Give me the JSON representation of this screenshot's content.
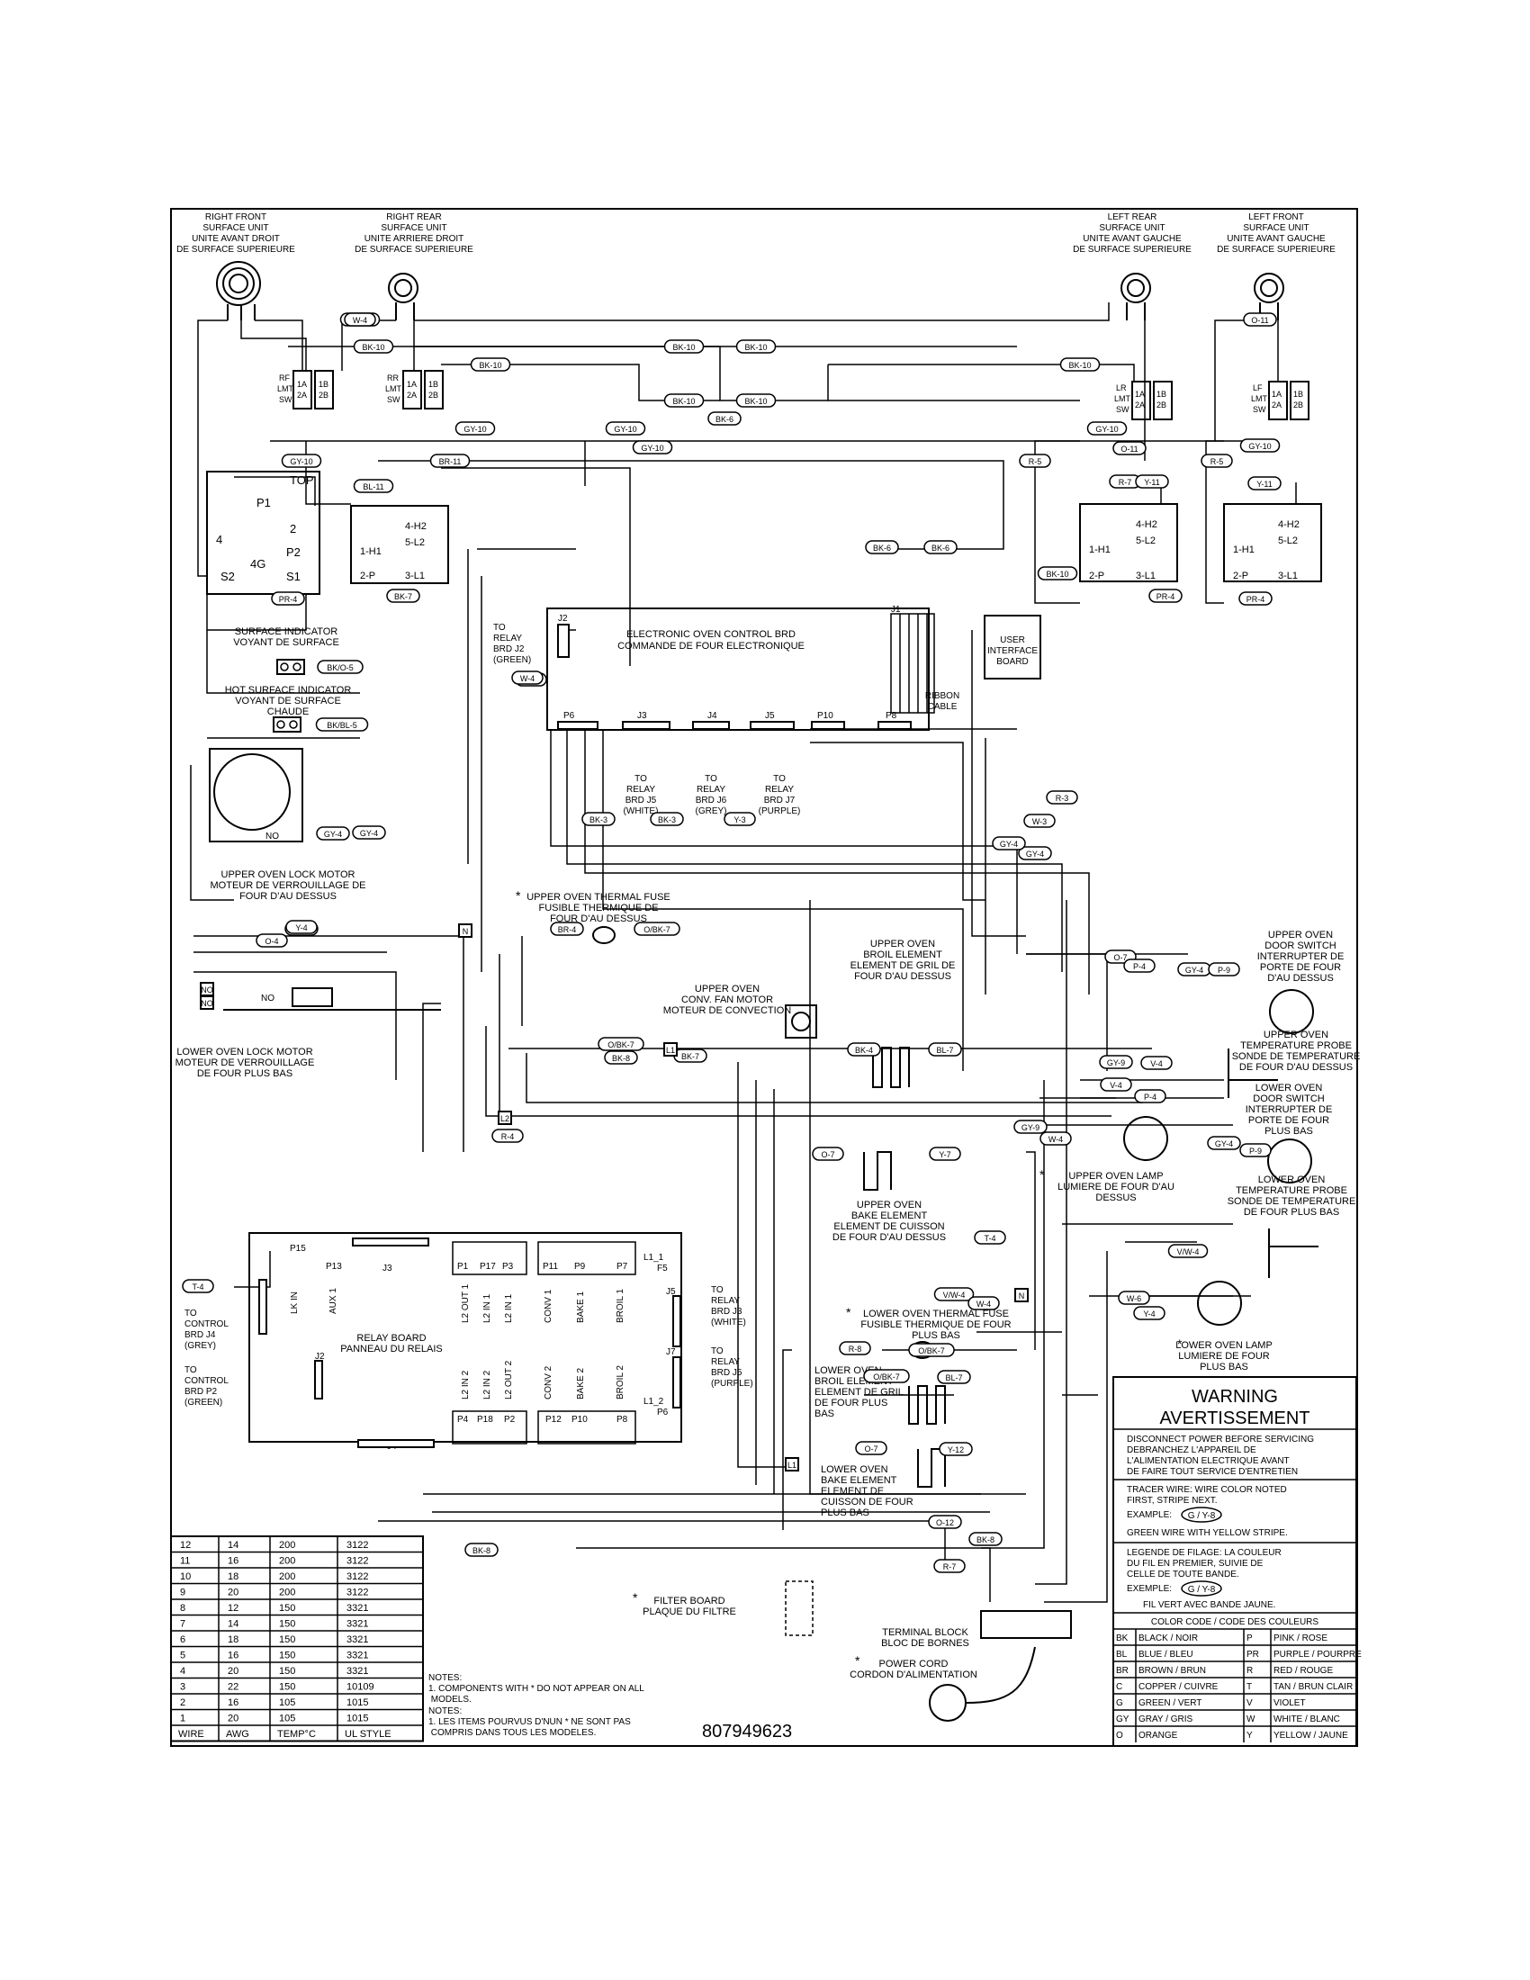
{
  "components": {
    "rf_surface": [
      "RIGHT FRONT",
      "SURFACE UNIT",
      "UNITE AVANT DROIT",
      "DE SURFACE SUPERIEURE"
    ],
    "rr_surface": [
      "RIGHT REAR",
      "SURFACE UNIT",
      "UNITE ARRIERE DROIT",
      "DE SURFACE SUPERIEURE"
    ],
    "lr_surface": [
      "LEFT REAR",
      "SURFACE UNIT",
      "UNITE AVANT GAUCHE",
      "DE SURFACE SUPERIEURE"
    ],
    "lf_surface": [
      "LEFT FRONT",
      "SURFACE UNIT",
      "UNITE AVANT GAUCHE",
      "DE SURFACE SUPERIEURE"
    ],
    "surface_indicator": [
      "SURFACE INDICATOR",
      "VOYANT DE SURFACE"
    ],
    "hot_surface_indicator": [
      "HOT SURFACE INDICATOR",
      "VOYANT DE SURFACE",
      "CHAUDE"
    ],
    "eoc": [
      "ELECTRONIC OVEN CONTROL BRD",
      "COMMANDE DE FOUR ELECTRONIQUE"
    ],
    "ui_board": [
      "USER",
      "INTERFACE",
      "BOARD"
    ],
    "ribbon": [
      "RIBBON",
      "CABLE"
    ],
    "relay_j2": [
      "TO",
      "RELAY",
      "BRD J2",
      "(GREEN)"
    ],
    "to_j5": [
      "TO",
      "RELAY",
      "BRD J5",
      "(WHITE)"
    ],
    "to_j6": [
      "TO",
      "RELAY",
      "BRD J6",
      "(GREY)"
    ],
    "to_j7": [
      "TO",
      "RELAY",
      "BRD J7",
      "(PURPLE)"
    ],
    "upper_lock": [
      "UPPER OVEN LOCK MOTOR",
      "MOTEUR DE VERROUILLAGE DE",
      "FOUR D'AU DESSUS"
    ],
    "lower_lock": [
      "LOWER OVEN LOCK MOTOR",
      "MOTEUR DE VERROUILLAGE",
      "DE FOUR PLUS BAS"
    ],
    "upper_fuse": [
      "UPPER OVEN THERMAL FUSE",
      "FUSIBLE THERMIQUE DE",
      "FOUR D'AU DESSUS"
    ],
    "upper_broil": [
      "UPPER OVEN",
      "BROIL ELEMENT",
      "ELEMENT DE GRIL DE",
      "FOUR D'AU DESSUS"
    ],
    "conv_fan": [
      "UPPER OVEN",
      "CONV. FAN MOTOR",
      "MOTEUR DE CONVECTION"
    ],
    "upper_door_sw": [
      "UPPER OVEN",
      "DOOR SWITCH",
      "INTERRUPTER DE",
      "PORTE DE FOUR",
      "D'AU DESSUS"
    ],
    "upper_probe": [
      "UPPER OVEN",
      "TEMPERATURE PROBE",
      "SONDE DE TEMPERATURE",
      "DE FOUR D'AU DESSUS"
    ],
    "lower_door_sw": [
      "LOWER OVEN",
      "DOOR SWITCH",
      "INTERRUPTER DE",
      "PORTE DE FOUR",
      "PLUS BAS"
    ],
    "upper_lamp": [
      "UPPER OVEN LAMP",
      "LUMIERE DE FOUR D'AU",
      "DESSUS"
    ],
    "lower_probe": [
      "LOWER OVEN",
      "TEMPERATURE PROBE",
      "SONDE DE TEMPERATURE",
      "DE FOUR PLUS BAS"
    ],
    "upper_bake": [
      "UPPER OVEN",
      "BAKE ELEMENT",
      "ELEMENT DE CUISSON",
      "DE FOUR D'AU DESSUS"
    ],
    "relay_board": [
      "RELAY BOARD",
      "PANNEAU DU RELAIS"
    ],
    "to_j4": [
      "TO",
      "CONTROL",
      "BRD J4",
      "(GREY)"
    ],
    "to_p2": [
      "TO",
      "CONTROL",
      "BRD P2",
      "(GREEN)"
    ],
    "to_j3w": [
      "TO",
      "RELAY",
      "BRD J3",
      "(WHITE)"
    ],
    "to_j5p": [
      "TO",
      "RELAY",
      "BRD J5",
      "(PURPLE)"
    ],
    "lower_fuse": [
      "LOWER OVEN THERMAL FUSE",
      "FUSIBLE THERMIQUE DE FOUR",
      "PLUS BAS"
    ],
    "lower_lamp": [
      "LOWER OVEN LAMP",
      "LUMIERE DE FOUR",
      "PLUS BAS"
    ],
    "lower_broil": [
      "LOWER OVEN",
      "BROIL ELEMENT",
      "ELEMENT DE GRIL",
      "DE FOUR PLUS",
      "BAS"
    ],
    "lower_bake": [
      "LOWER OVEN",
      "BAKE ELEMENT",
      "ELEMENT DE",
      "CUISSON DE FOUR",
      "PLUS BAS"
    ],
    "filter": [
      "FILTER BOARD",
      "PLAQUE DU FILTRE"
    ],
    "terminal": [
      "TERMINAL BLOCK",
      "BLOC DE BORNES"
    ],
    "power": [
      "POWER CORD",
      "CORDON D'ALIMENTATION"
    ]
  },
  "relay_pins": {
    "top": [
      "P15",
      "P13",
      "P1",
      "P17",
      "P3",
      "P11",
      "P9",
      "P7"
    ],
    "top_labels": [
      "LK IN",
      "AUX 1",
      "L2 OUT 1",
      "L2 IN 1",
      "L2 IN 1",
      "CONV 1",
      "BAKE 1",
      "BROIL 1"
    ],
    "bottom": [
      "P4",
      "P18",
      "P2",
      "P12",
      "P10",
      "P8"
    ],
    "bottom_labels": [
      "L2 IN 2",
      "L2 IN 2",
      "L2 OUT 2",
      "CONV 2",
      "BAKE 2",
      "BROIL 2"
    ],
    "misc": [
      "J3",
      "J4",
      "J2",
      "J5",
      "J7",
      "L1_1",
      "F5",
      "L1_2",
      "P6",
      "P6",
      "J3",
      "J4",
      "J5",
      "P10",
      "P8",
      "P7",
      "J2",
      "J1"
    ]
  },
  "switch_labels": {
    "rf_sw": [
      "RF",
      "LMT",
      "SW"
    ],
    "rr_sw": [
      "RR",
      "LMT",
      "SW"
    ],
    "lr_sw": [
      "LR",
      "LMT",
      "SW"
    ],
    "lf_sw": [
      "LF",
      "LMT",
      "SW"
    ],
    "sw_pins": [
      "1A",
      "2A",
      "1B",
      "2B"
    ],
    "infinite": [
      "4-H2",
      "5-L2",
      "1-H1",
      "2-P",
      "3-L1"
    ],
    "indicator_sw": [
      "TOP",
      "P1",
      "2",
      "4",
      "P2",
      "4G",
      "S2",
      "S1"
    ],
    "misc": [
      "NO",
      "NO",
      "N",
      "L1",
      "L2",
      "N",
      "L1"
    ]
  },
  "wire_labels": [
    "BL-11",
    "BK-10",
    "BK-10",
    "BK-10",
    "BK-10",
    "BK-10",
    "BK-10",
    "BK-10",
    "BK-6",
    "BK-6",
    "BK-6",
    "GY-10",
    "GY-10",
    "GY-10",
    "GY-10",
    "GY-10",
    "GY-10",
    "BR-11",
    "BL-11",
    "R-5",
    "R-5",
    "R-7",
    "Y-11",
    "Y-11",
    "O-11",
    "O-11",
    "BK-10",
    "PR-4",
    "PR-4",
    "PR-4",
    "BK-7",
    "BK/O-5",
    "BK/BL-5",
    "W-4",
    "W-4",
    "BK-3",
    "BK-3",
    "Y-3",
    "R-3",
    "W-3",
    "GY-4",
    "GY-4",
    "GY-4",
    "GY-4",
    "GY-4",
    "O-4",
    "BR-4",
    "O/BK-7",
    "O/BK-7",
    "BK-7",
    "BK-8",
    "BK-4",
    "BL-7",
    "O-7",
    "Y-7",
    "O-7",
    "P-4",
    "GY-4",
    "P-9",
    "GY-9",
    "V-4",
    "V-4",
    "P-4",
    "GY-4",
    "P-9",
    "GY-9",
    "W-4",
    "T-4",
    "V/W-4",
    "V/W-4",
    "W-4",
    "W-6",
    "Y-4",
    "T-4",
    "R-4",
    "R-8",
    "O/BK-7",
    "O/BK-7",
    "BL-7",
    "O-7",
    "Y-12",
    "O-12",
    "BK-8",
    "R-7",
    "BK-8",
    "Y-4",
    "W-4"
  ],
  "wire_table": {
    "headers": [
      "WIRE",
      "AWG",
      "TEMP°C",
      "UL STYLE"
    ],
    "rows": [
      [
        "12",
        "14",
        "200",
        "3122"
      ],
      [
        "11",
        "16",
        "200",
        "3122"
      ],
      [
        "10",
        "18",
        "200",
        "3122"
      ],
      [
        "9",
        "20",
        "200",
        "3122"
      ],
      [
        "8",
        "12",
        "150",
        "3321"
      ],
      [
        "7",
        "14",
        "150",
        "3321"
      ],
      [
        "6",
        "18",
        "150",
        "3321"
      ],
      [
        "5",
        "16",
        "150",
        "3321"
      ],
      [
        "4",
        "20",
        "150",
        "3321"
      ],
      [
        "3",
        "22",
        "150",
        "10109"
      ],
      [
        "2",
        "16",
        "105",
        "1015"
      ],
      [
        "1",
        "20",
        "105",
        "1015"
      ]
    ]
  },
  "notes": [
    "NOTES:",
    "1.   COMPONENTS WITH * DO NOT APPEAR ON ALL",
    "     MODELS.",
    "NOTES:",
    "1.   LES ITEMS POURVUS D'NUN * NE SONT PAS",
    "     COMPRIS DANS TOUS LES MODELES."
  ],
  "part_number": "807949623",
  "warning": {
    "title": "WARNING",
    "title_fr": "AVERTISSEMENT",
    "lines": [
      "DISCONNECT POWER BEFORE SERVICING",
      "DEBRANCHEZ L'APPAREIL DE",
      "L'ALIMENTATION ELECTRIQUE AVANT",
      "DE FAIRE TOUT SERVICE D'ENTRETIEN"
    ],
    "tracer": [
      "TRACER WIRE:  WIRE COLOR NOTED",
      "FIRST, STRIPE NEXT."
    ],
    "example_label": "EXAMPLE:",
    "example_code": "G / Y-8",
    "example_desc": "GREEN WIRE WITH YELLOW STRIPE.",
    "legend_fr": [
      "LEGENDE DE FILAGE:  LA COULEUR",
      "DU FIL EN PREMIER, SUIVIE DE",
      "CELLE DE TOUTE BANDE."
    ],
    "example_fr_label": "EXEMPLE:",
    "example_fr_code": "G / Y-8",
    "example_fr_desc": "FIL VERT AVEC BANDE JAUNE.",
    "color_code_title": "COLOR CODE / CODE DES COULEURS",
    "colors": [
      [
        "BK",
        "BLACK / NOIR",
        "P",
        "PINK / ROSE"
      ],
      [
        "BL",
        "BLUE / BLEU",
        "PR",
        "PURPLE / POURPRE"
      ],
      [
        "BR",
        "BROWN / BRUN",
        "R",
        "RED / ROUGE"
      ],
      [
        "C",
        "COPPER / CUIVRE",
        "T",
        "TAN / BRUN CLAIR"
      ],
      [
        "G",
        "GREEN / VERT",
        "V",
        "VIOLET"
      ],
      [
        "GY",
        "GRAY / GRIS",
        "W",
        "WHITE / BLANC"
      ],
      [
        "O",
        "ORANGE",
        "Y",
        "YELLOW / JAUNE"
      ]
    ]
  },
  "star": "*"
}
